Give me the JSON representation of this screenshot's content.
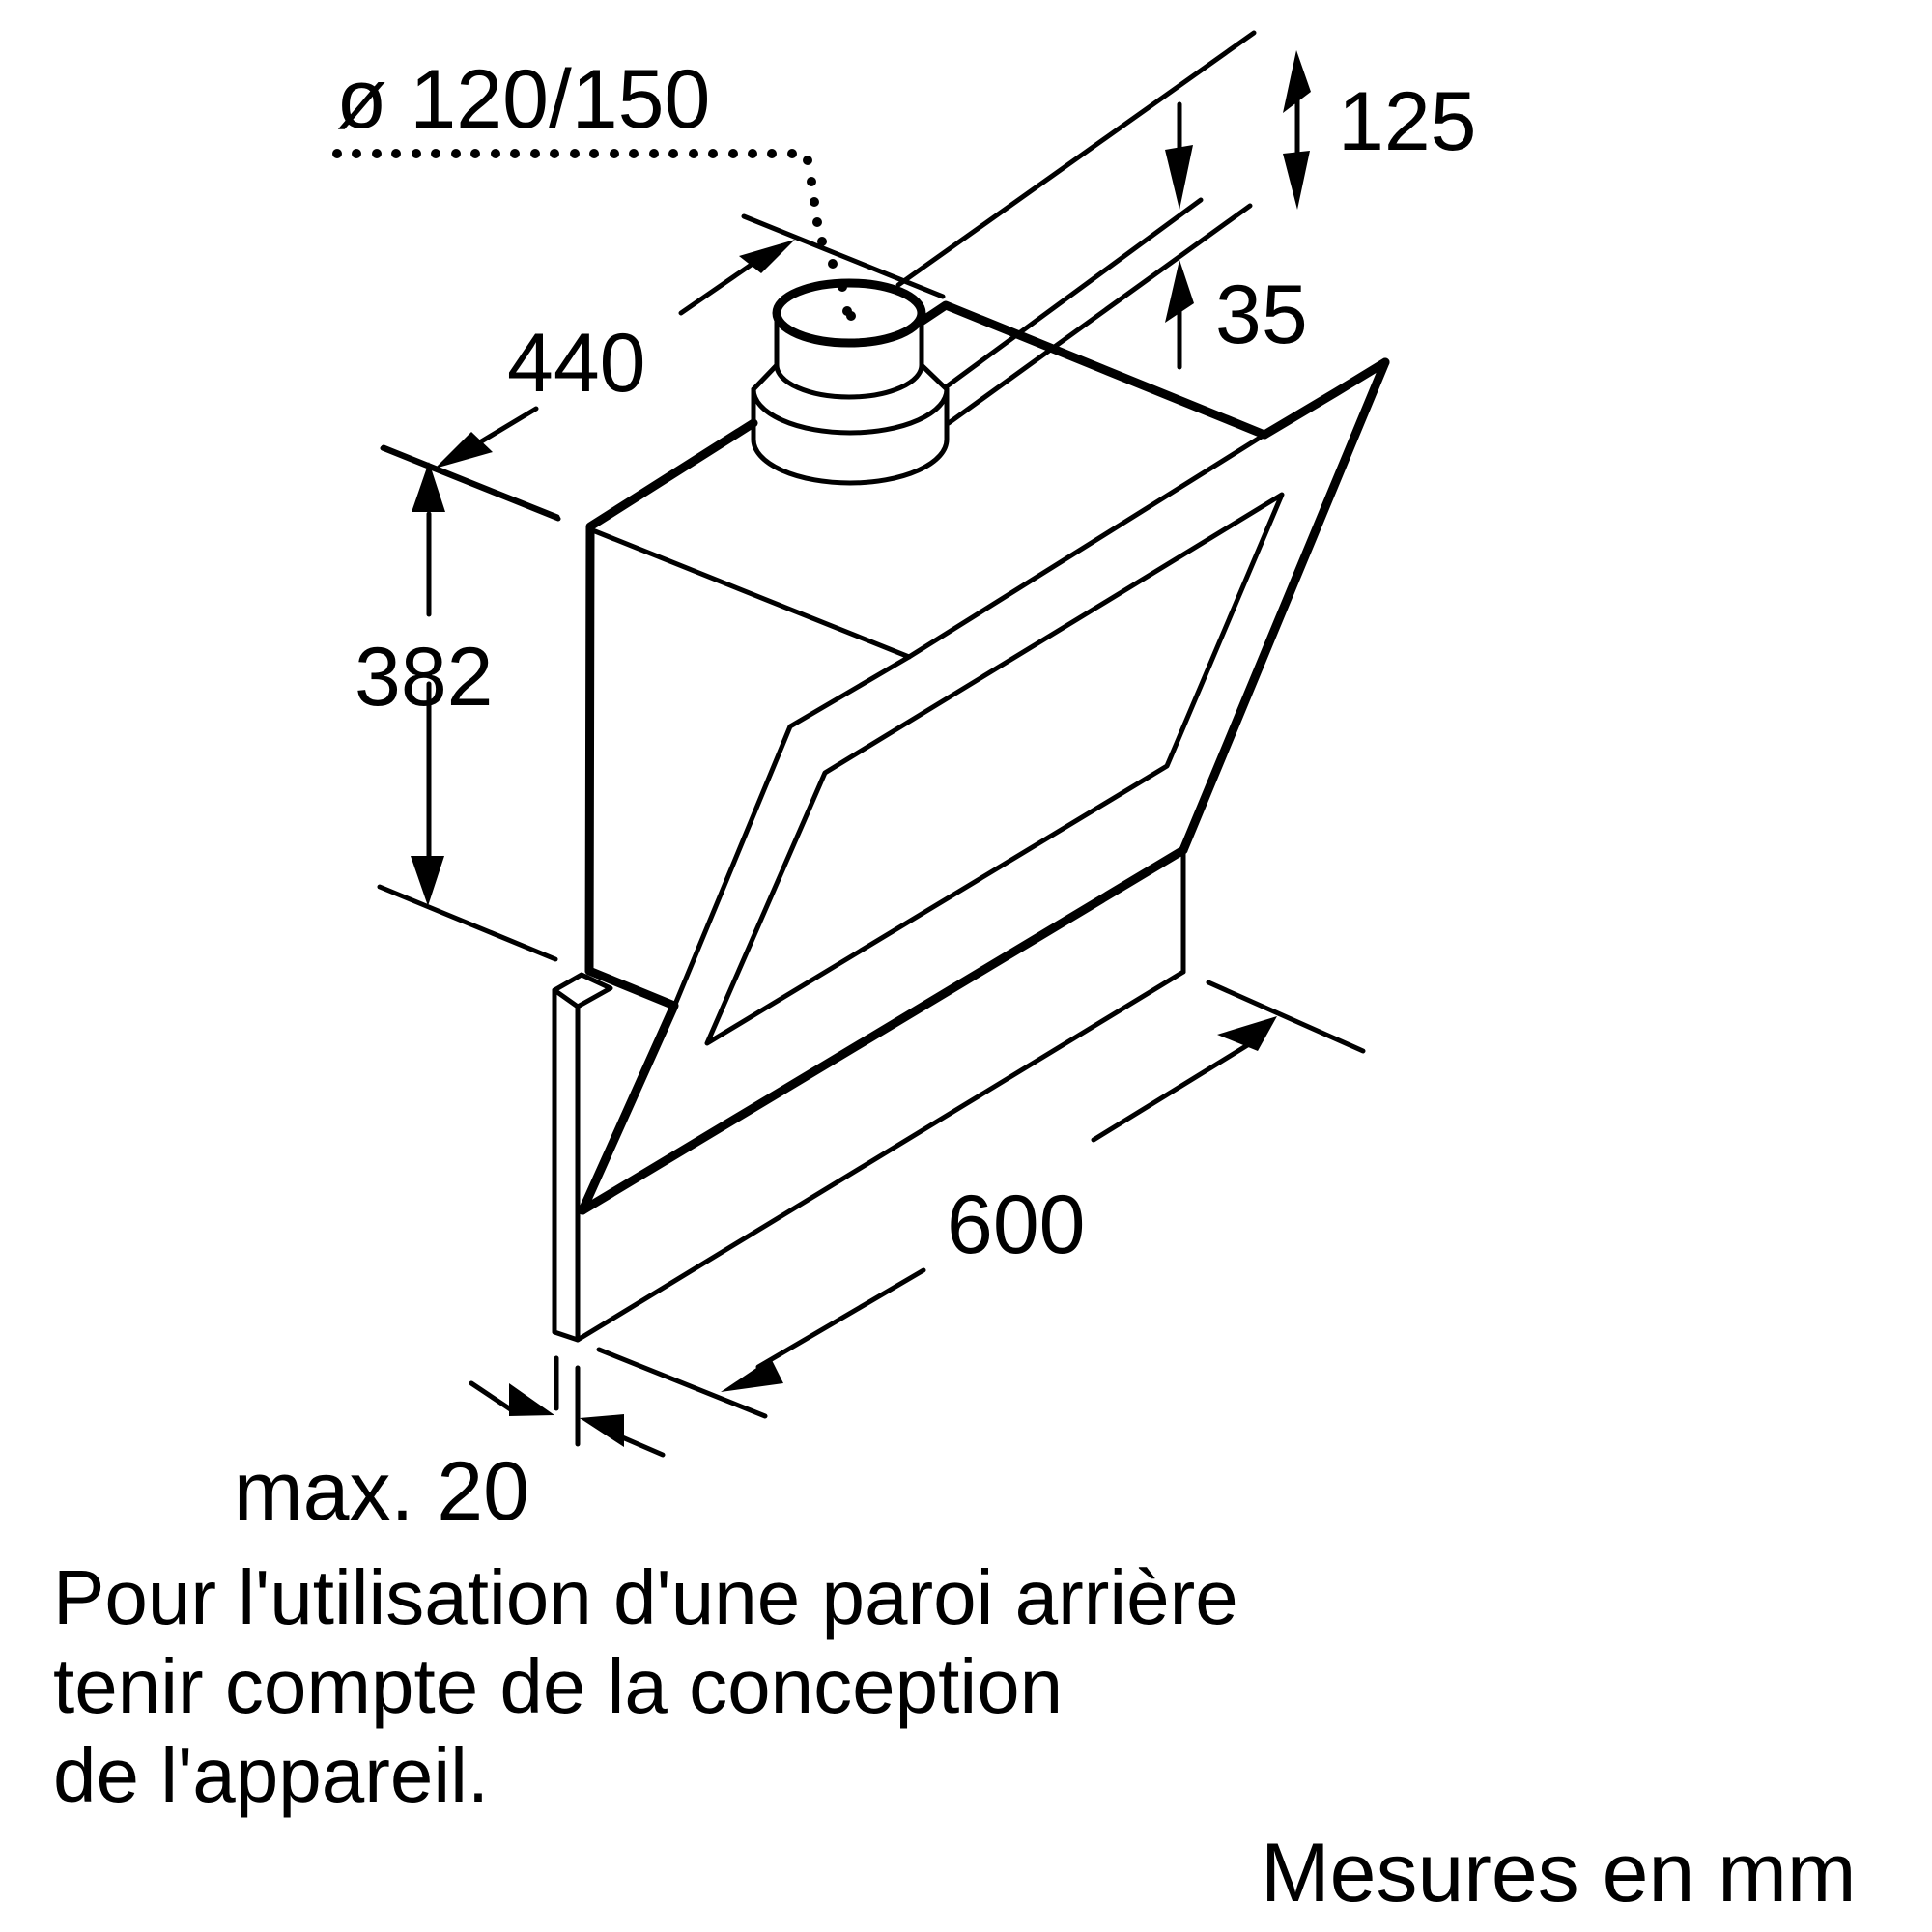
{
  "diagram": {
    "subject": "wall-mounted chimney cooker hood, isometric dimension drawing",
    "dimensions": {
      "duct_diameter": "ø 120/150",
      "depth": "440",
      "height": "382",
      "top_offset_125": "125",
      "top_offset_35": "35",
      "width": "600",
      "wall_gap": "max. 20"
    },
    "note_lines": [
      "Pour l'utilisation d'une paroi arrière",
      "tenir compte de la conception",
      "de l'appareil."
    ],
    "units_label": "Mesures en mm",
    "line_color": "#000000",
    "background_color": "#ffffff"
  }
}
